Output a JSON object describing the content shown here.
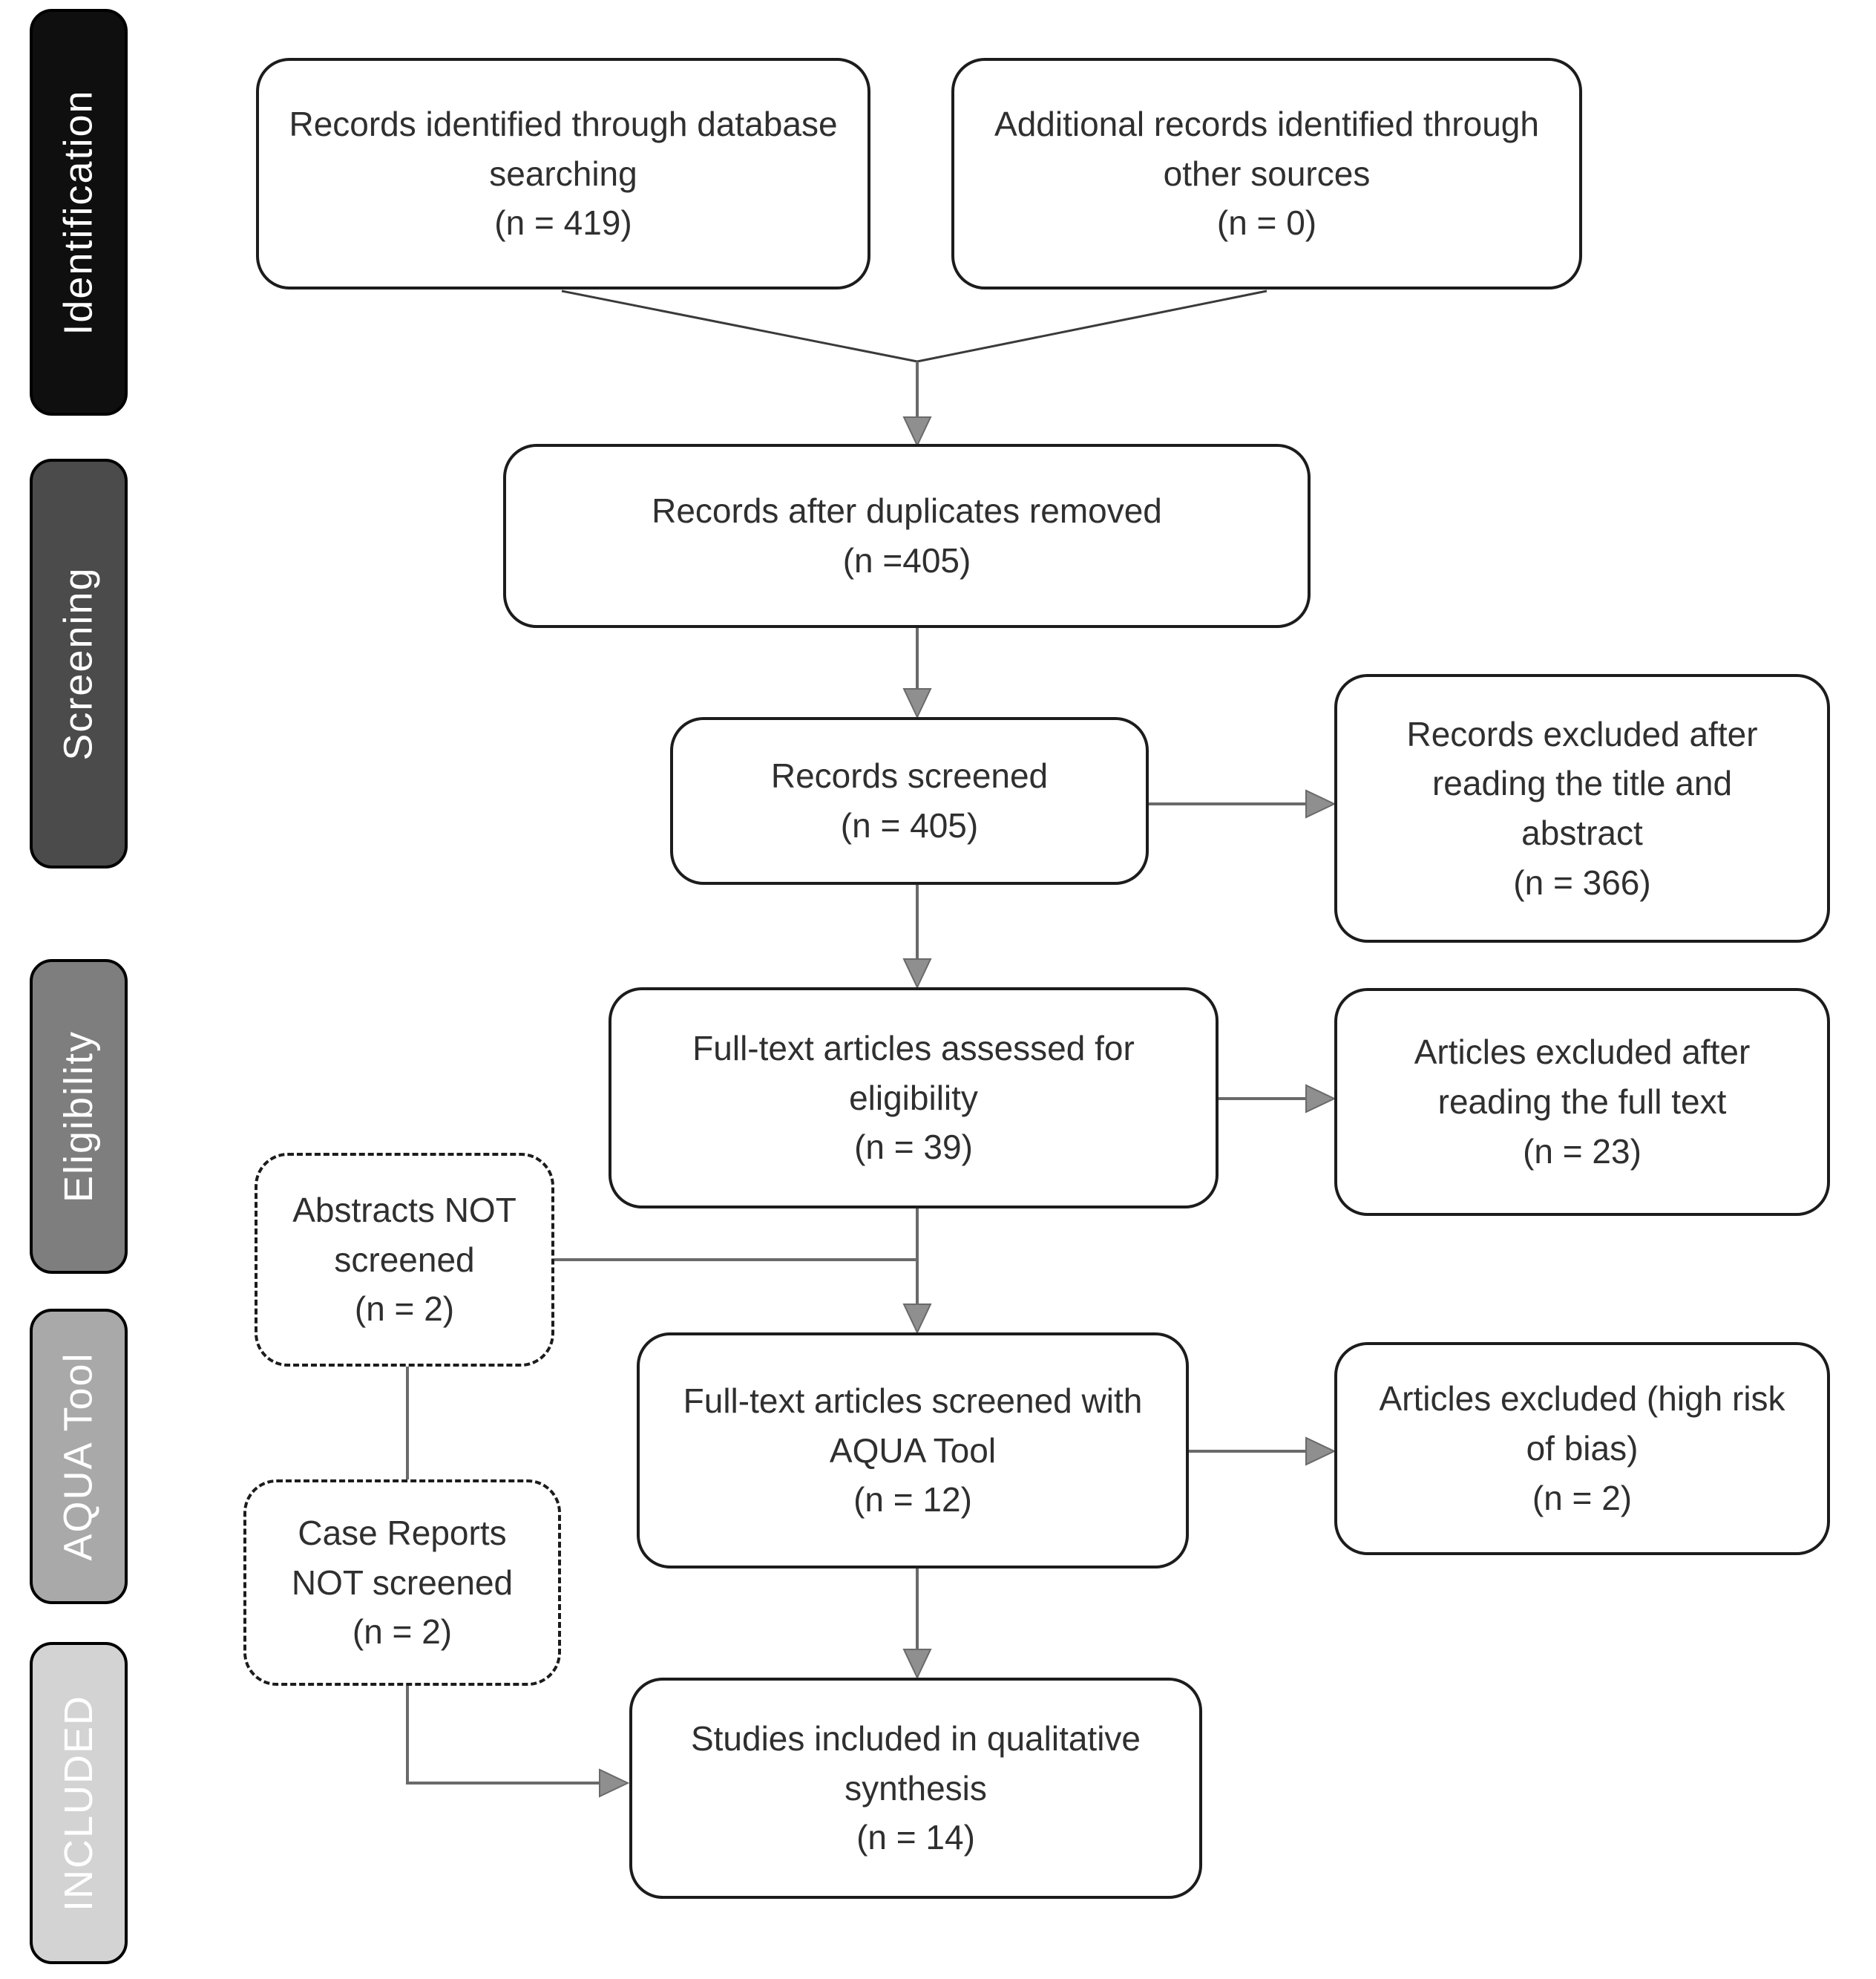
{
  "sidebar": {
    "stages": [
      {
        "label": "Identification",
        "bg": "#0f0f0f"
      },
      {
        "label": "Screening",
        "bg": "#4b4b4b"
      },
      {
        "label": "Eligibility",
        "bg": "#7e7e7e"
      },
      {
        "label": "AQUA Tool",
        "bg": "#a9a9a9"
      },
      {
        "label": "INCLUDED",
        "bg": "#d3d3d3"
      }
    ]
  },
  "flow": {
    "identified_db": {
      "label": "Records identified through database searching",
      "count": "(n = 419)"
    },
    "identified_other": {
      "label": "Additional records identified through other sources",
      "count": "(n = 0)"
    },
    "after_duplicates": {
      "label": "Records after duplicates removed",
      "count": "(n =405)"
    },
    "screened": {
      "label": "Records screened",
      "count": "(n = 405)"
    },
    "fulltext_assessed": {
      "label": "Full-text articles assessed for eligibility",
      "count": "(n = 39)"
    },
    "aqua_screened": {
      "label": "Full-text articles screened with AQUA Tool",
      "count": "(n = 12)"
    },
    "included": {
      "label": "Studies included in qualitative synthesis",
      "count": "(n = 14)"
    }
  },
  "exclusions": {
    "title_abstract": {
      "label": "Records excluded after reading the title and abstract",
      "count": "(n = 366)"
    },
    "full_text": {
      "label": "Articles excluded after reading the full text",
      "count": "(n = 23)"
    },
    "high_risk": {
      "label": "Articles excluded (high risk of bias)",
      "count": "(n = 2)"
    }
  },
  "not_screened": {
    "abstracts": {
      "label": "Abstracts NOT screened",
      "count": "(n = 2)"
    },
    "case_reports": {
      "label": "Case Reports NOT screened",
      "count": "(n = 2)"
    }
  },
  "colors": {
    "line": "#6a6a6a",
    "diag": "#3a3a3a",
    "arrow": "#8f8f8f",
    "box_border": "#1c1c1c",
    "text": "#2f2f2f"
  }
}
